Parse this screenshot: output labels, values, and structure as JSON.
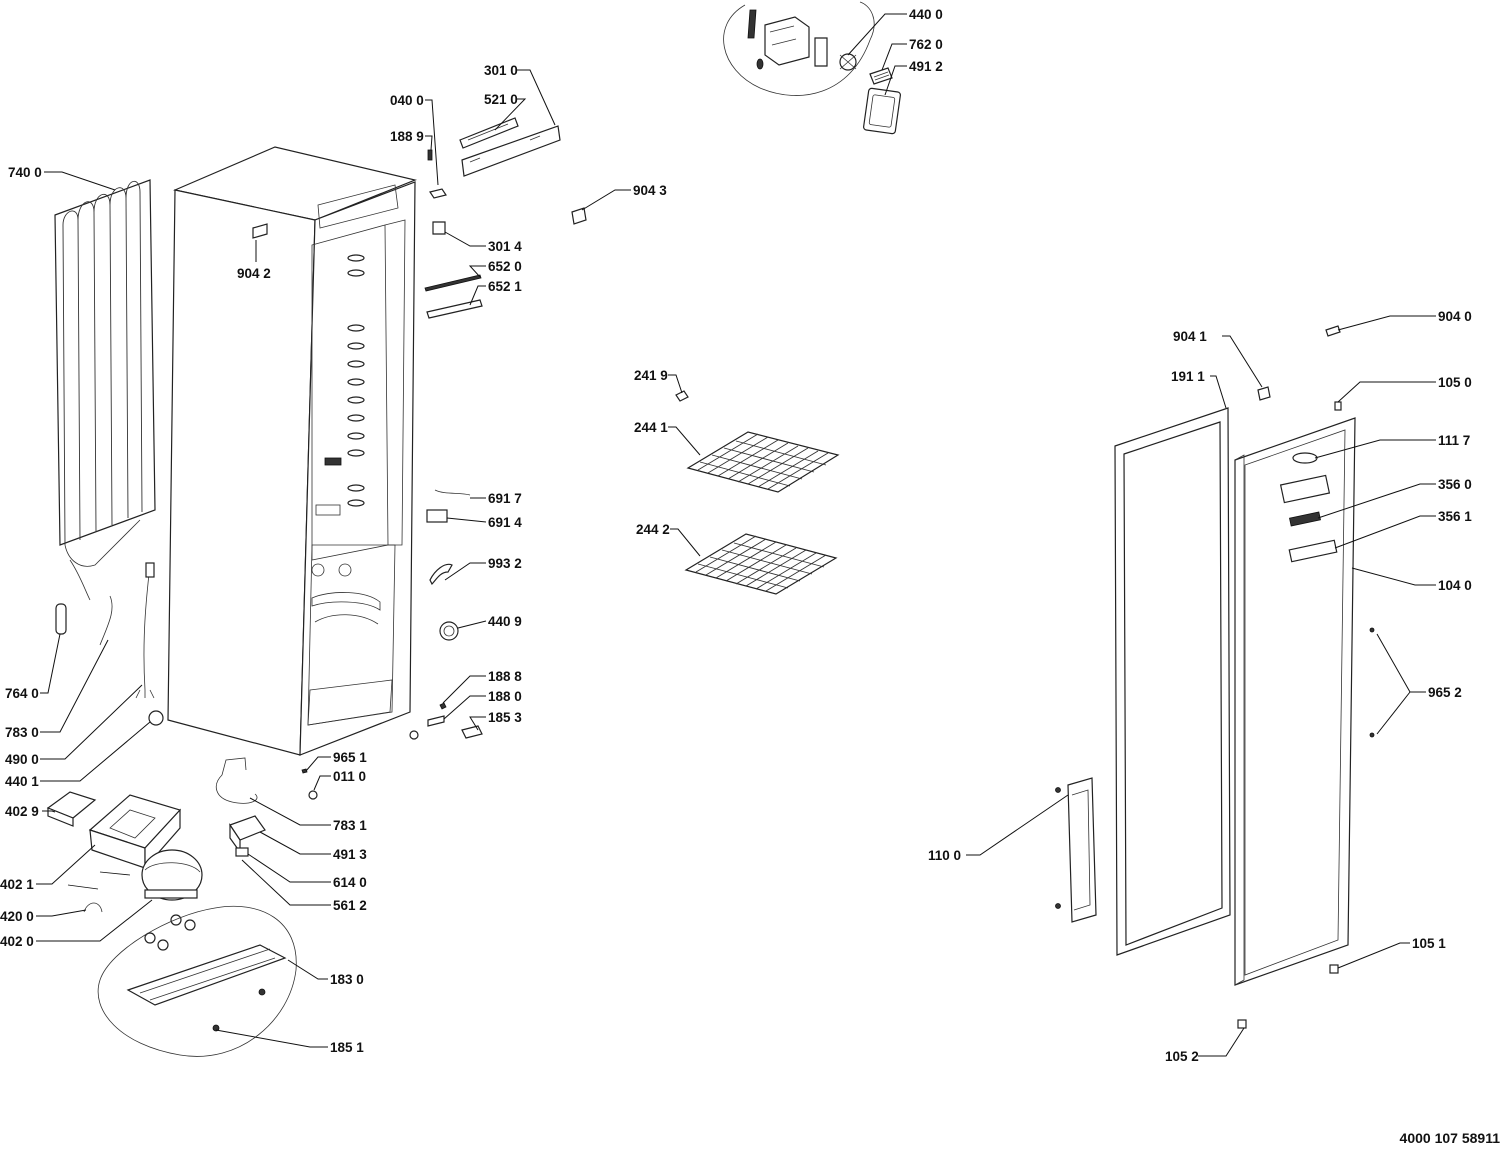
{
  "diagram": {
    "document_number": "4000 107 58911",
    "labels": [
      {
        "id": "l-4400",
        "text": "440 0"
      },
      {
        "id": "l-7620",
        "text": "762 0"
      },
      {
        "id": "l-4912",
        "text": "491 2"
      },
      {
        "id": "l-3010",
        "text": "301 0"
      },
      {
        "id": "l-5210",
        "text": "521 0"
      },
      {
        "id": "l-0400",
        "text": "040 0"
      },
      {
        "id": "l-1889",
        "text": "188 9"
      },
      {
        "id": "l-7400",
        "text": "740 0"
      },
      {
        "id": "l-9043",
        "text": "904 3"
      },
      {
        "id": "l-9042",
        "text": "904 2"
      },
      {
        "id": "l-3014",
        "text": "301 4"
      },
      {
        "id": "l-6520",
        "text": "652 0"
      },
      {
        "id": "l-6521",
        "text": "652 1"
      },
      {
        "id": "l-2419",
        "text": "241 9"
      },
      {
        "id": "l-2441",
        "text": "244 1"
      },
      {
        "id": "l-2442",
        "text": "244 2"
      },
      {
        "id": "l-6917",
        "text": "691 7"
      },
      {
        "id": "l-6914",
        "text": "691 4"
      },
      {
        "id": "l-9932",
        "text": "993 2"
      },
      {
        "id": "l-4409",
        "text": "440 9"
      },
      {
        "id": "l-1888",
        "text": "188 8"
      },
      {
        "id": "l-1880",
        "text": "188 0"
      },
      {
        "id": "l-1853",
        "text": "185 3"
      },
      {
        "id": "l-7640",
        "text": "764 0"
      },
      {
        "id": "l-7830",
        "text": "783 0"
      },
      {
        "id": "l-4900",
        "text": "490 0"
      },
      {
        "id": "l-4401",
        "text": "440 1"
      },
      {
        "id": "l-9651",
        "text": "965 1"
      },
      {
        "id": "l-0110",
        "text": "011 0"
      },
      {
        "id": "l-4029",
        "text": "402 9"
      },
      {
        "id": "l-7831",
        "text": "783 1"
      },
      {
        "id": "l-4913",
        "text": "491 3"
      },
      {
        "id": "l-4021",
        "text": "402 1"
      },
      {
        "id": "l-6140",
        "text": "614 0"
      },
      {
        "id": "l-5612",
        "text": "561 2"
      },
      {
        "id": "l-4200",
        "text": "420 0"
      },
      {
        "id": "l-4020",
        "text": "402 0"
      },
      {
        "id": "l-1830",
        "text": "183 0"
      },
      {
        "id": "l-1851",
        "text": "185 1"
      },
      {
        "id": "l-9040",
        "text": "904 0"
      },
      {
        "id": "l-9041",
        "text": "904 1"
      },
      {
        "id": "l-1911",
        "text": "191 1"
      },
      {
        "id": "l-1050",
        "text": "105 0"
      },
      {
        "id": "l-1117",
        "text": "111 7"
      },
      {
        "id": "l-3560",
        "text": "356 0"
      },
      {
        "id": "l-3561",
        "text": "356 1"
      },
      {
        "id": "l-1040",
        "text": "104 0"
      },
      {
        "id": "l-9652",
        "text": "965 2"
      },
      {
        "id": "l-1100",
        "text": "110 0"
      },
      {
        "id": "l-1051",
        "text": "105 1"
      },
      {
        "id": "l-1052",
        "text": "105 2"
      }
    ]
  }
}
